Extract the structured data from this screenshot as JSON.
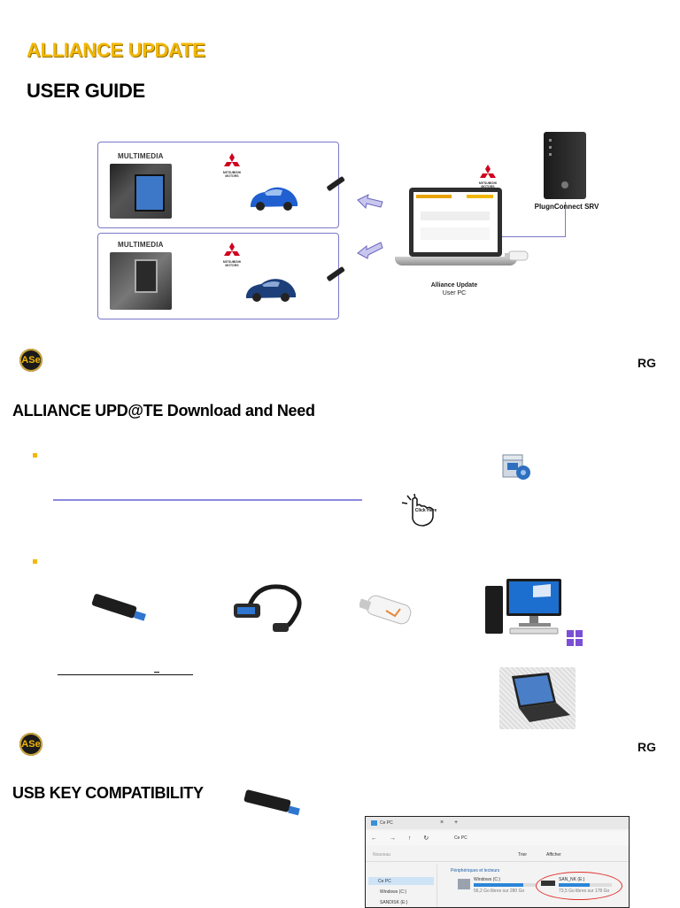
{
  "header": {
    "title": "ALLIANCE UPDATE",
    "subtitle": "USER GUIDE"
  },
  "diagram": {
    "top_box_label": "MULTIMEDIA",
    "bottom_box_label": "MULTIMEDIA",
    "brand_text": "MITSUBISHI MOTORS",
    "laptop_caption_line1": "Alliance Update",
    "laptop_caption_line2": "User PC",
    "server_caption": "PlugnConnect SRV"
  },
  "footer1": {
    "ase": "ASe",
    "rg": "RG"
  },
  "section1": {
    "title": "ALLIANCE UPD@TE Download and Need",
    "click_badge": "Click Here"
  },
  "footer2": {
    "ase": "ASe",
    "rg": "RG"
  },
  "section2": {
    "title": "USB KEY COMPATIBILITY"
  },
  "explorer": {
    "tab_title": "Ce PC",
    "breadcrumb": "Ce PC",
    "group_title": "Périphériques et lecteurs",
    "drive1_name": "Windows (C:)",
    "drive1_free": "56,2 Go libres sur 280 Go",
    "drive2_name": "SAN_NK (E:)",
    "drive2_free": "73,5 Go libres sur 178 Go",
    "nav_item1": "Ce PC",
    "nav_item2": "Windows (C:)",
    "nav_item3": "SANDISK (E:)",
    "toolbar_new": "Nouveau",
    "toolbar_sort": "Trier",
    "toolbar_view": "Afficher"
  },
  "colors": {
    "accent_yellow": "#f2b705",
    "box_border": "#7b78c9",
    "arrow_fill": "#c9c6ee",
    "mitsubishi_red": "#d1001f"
  }
}
